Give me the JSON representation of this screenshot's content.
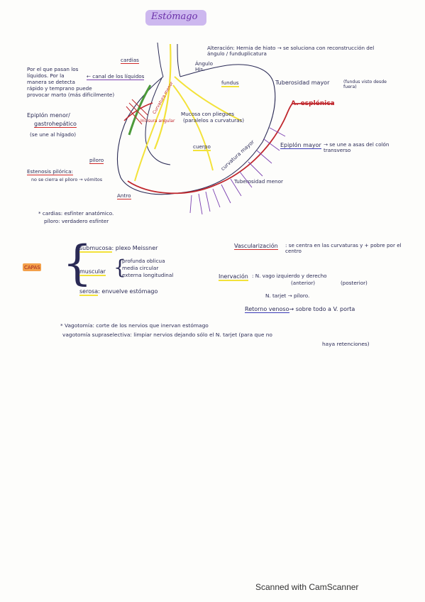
{
  "title": "Estómago",
  "diagram": {
    "cardias": "cardias",
    "angulo_his": "Ángulo\nHis.",
    "alteracion": "Alteración: Hernia de hiato → se soluciona con reconstrucción del ángulo / funduplicatura",
    "alteracion_label": "Alteración",
    "por_el_que": "Por el que pasan los",
    "liquidos": "líquidos. Por la",
    "manera": "manera se detecta",
    "rapido": "rápido y temprano puede",
    "provocar": "provocar marto (más dificilmente)",
    "canal": "← canal de los líquidos",
    "fundus": "fundus",
    "tuberosidad_mayor": "Tuberosidad mayor",
    "fundus_visto": "(fundus visto desde fuera)",
    "a_esplenica": "A. esplénica",
    "epiplon_menor": "Epiplón menor/",
    "gastrohepatico": "gastrohepático",
    "se_une_higado": "(se une al hígado)",
    "incisura": "Incisura angular",
    "curvatura_menor": "Curvatura menor",
    "mucosa": "Mucosa con pliegues",
    "paralelos": "(paralelos a curvaturas)",
    "cuerpo": "cuerpo",
    "curvatura_mayor": "curvatura mayor",
    "epiplon_mayor": "Epiplón mayor",
    "se_une_asas": "→ se une a asas del colón transverso",
    "piloro": "píloro",
    "estenosis": "Estenosis pilórica:",
    "no_se_cierra": "no se cierra el píloro → vómitos",
    "tuberosidad_menor": "Tuberosidad menor",
    "antro": "Antro"
  },
  "notes": {
    "cardias_note": "* cardias: esfínter anatómico.",
    "piloro_note": "píloro: verdadero esfínter",
    "capas": "CAPAS",
    "submucosa": "submucosa",
    "submucosa_desc": ": plexo Meissner",
    "muscular": "muscular",
    "muscular_1": "profunda oblicua",
    "muscular_2": "media circular",
    "muscular_3": "externa longitudinal",
    "serosa": "serosa",
    "serosa_desc": ": envuelve estómago",
    "vascularizacion": "Vascularización",
    "vascularizacion_desc": ": se centra en las curvaturas y + pobre por el centro",
    "inervacion": "Inervación",
    "inervacion_desc": ": N. vago izquierdo y derecho",
    "anterior": "(anterior)",
    "posterior": "(posterior)",
    "n_tarjet": "N. tarjet → píloro.",
    "retorno": "Retorno venoso",
    "retorno_desc": "→ sobre todo a V. porta",
    "vagotomia_1": "* Vagotomía: corte de los nervios que inervan estómago",
    "vagotomia_2": "vagotomía supraselectiva: limpiar nervios dejando sólo el N. tarjet (para que no",
    "vagotomia_3": "haya retenciones)"
  },
  "footer": "Scanned with CamScanner",
  "colors": {
    "title_bg": "#cdb8ef",
    "red_artery": "#c0272d",
    "yellow_nerve": "#f3e23a",
    "green_canal": "#4c9a3a",
    "purple_vein": "#7a3fb0",
    "capas_bg": "#f3a04a"
  }
}
